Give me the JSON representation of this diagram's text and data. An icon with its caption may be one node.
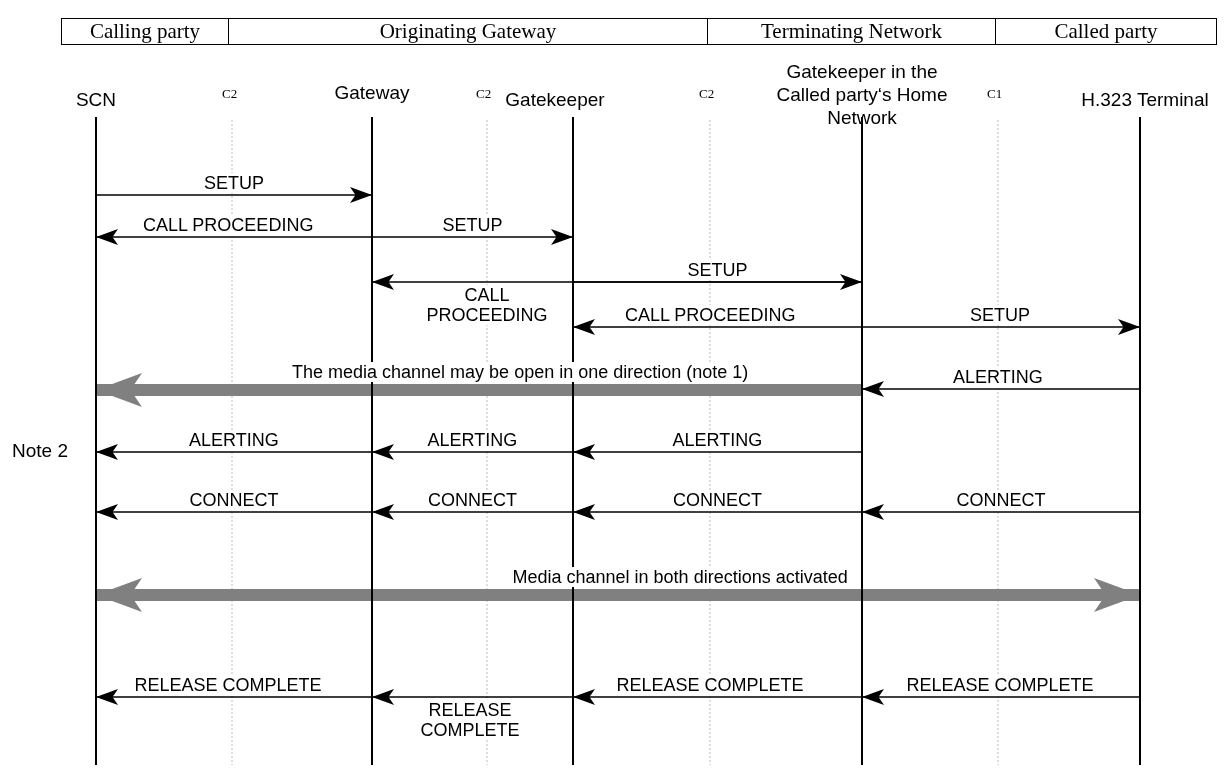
{
  "diagram": {
    "nodes": [
      {
        "text": [
          "Calling party"
        ]
      },
      {
        "text": [
          "Originating Gateway"
        ]
      },
      {
        "text": [
          "Terminating Network"
        ]
      },
      {
        "text": [
          "Called party"
        ]
      },
      {
        "text": [
          "SCN"
        ]
      },
      {
        "text": [
          "Gateway"
        ]
      },
      {
        "text": [
          "Gatekeeper"
        ]
      },
      {
        "text": [
          "Gatekeeper in the Called party‘s Home Network"
        ]
      },
      {
        "text": [
          "H.323 Terminal"
        ]
      }
    ],
    "edges": [
      {
        "from": 4,
        "to": 5,
        "arrow": "to",
        "label": "SETUP"
      },
      {
        "from": 5,
        "to": 4,
        "arrow": "to",
        "label": "CALL PROCEEDING"
      },
      {
        "from": 5,
        "to": 6,
        "arrow": "to",
        "label": "SETUP"
      },
      {
        "from": 7,
        "to": 5,
        "arrow": "to",
        "label": "CALL PROCEEDING"
      },
      {
        "from": 6,
        "to": 7,
        "arrow": "to",
        "label": "SETUP"
      },
      {
        "from": 7,
        "to": 6,
        "arrow": "to",
        "label": "CALL PROCEEDING"
      },
      {
        "from": 7,
        "to": 8,
        "arrow": "to",
        "label": "SETUP"
      },
      {
        "from": 7,
        "to": 4,
        "arrow": "to",
        "label": "The media channel may be open in one direction (note 1)",
        "style": "thick",
        "color": "#808080"
      },
      {
        "from": 8,
        "to": 7,
        "arrow": "to",
        "label": "ALERTING"
      },
      {
        "from": 5,
        "to": 4,
        "arrow": "to",
        "label": "ALERTING"
      },
      {
        "from": 6,
        "to": 5,
        "arrow": "to",
        "label": "ALERTING"
      },
      {
        "from": 7,
        "to": 6,
        "arrow": "to",
        "label": "ALERTING"
      },
      {
        "from": 5,
        "to": 4,
        "arrow": "to",
        "label": "CONNECT"
      },
      {
        "from": 6,
        "to": 5,
        "arrow": "to",
        "label": "CONNECT"
      },
      {
        "from": 7,
        "to": 6,
        "arrow": "to",
        "label": "CONNECT"
      },
      {
        "from": 8,
        "to": 7,
        "arrow": "to",
        "label": "CONNECT"
      },
      {
        "from": 4,
        "to": 8,
        "arrow": "both",
        "label": "Media channel in both directions activated",
        "style": "thick",
        "color": "#808080"
      },
      {
        "from": 5,
        "to": 4,
        "arrow": "to",
        "label": "RELEASE COMPLETE"
      },
      {
        "from": 6,
        "to": 5,
        "arrow": "to",
        "label": "RELEASE COMPLETE"
      },
      {
        "from": 7,
        "to": 6,
        "arrow": "to",
        "label": "RELEASE COMPLETE"
      },
      {
        "from": 8,
        "to": 7,
        "arrow": "to",
        "label": "RELEASE COMPLETE"
      }
    ],
    "labels": [
      "C2",
      "C2",
      "C2",
      "C1",
      "Note 2"
    ]
  }
}
